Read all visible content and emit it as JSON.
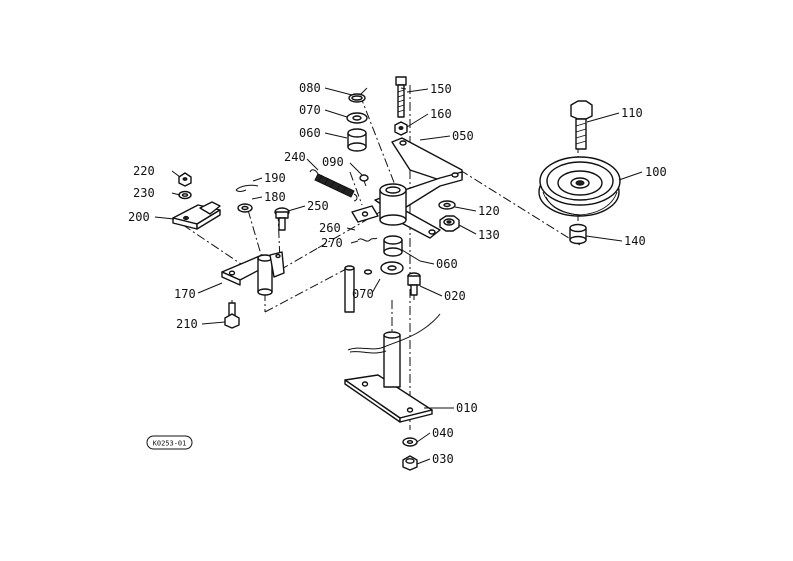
{
  "diagram_code": "K0253-01",
  "labels": {
    "p010": "010",
    "p020": "020",
    "p030": "030",
    "p040": "040",
    "p050": "050",
    "p060a": "060",
    "p060b": "060",
    "p070a": "070",
    "p070b": "070",
    "p080": "080",
    "p090": "090",
    "p100": "100",
    "p110": "110",
    "p120": "120",
    "p130": "130",
    "p140": "140",
    "p150": "150",
    "p160": "160",
    "p170": "170",
    "p180": "180",
    "p190": "190",
    "p200": "200",
    "p210": "210",
    "p220": "220",
    "p230": "230",
    "p240": "240",
    "p250": "250",
    "p260": "260",
    "p270": "270"
  }
}
